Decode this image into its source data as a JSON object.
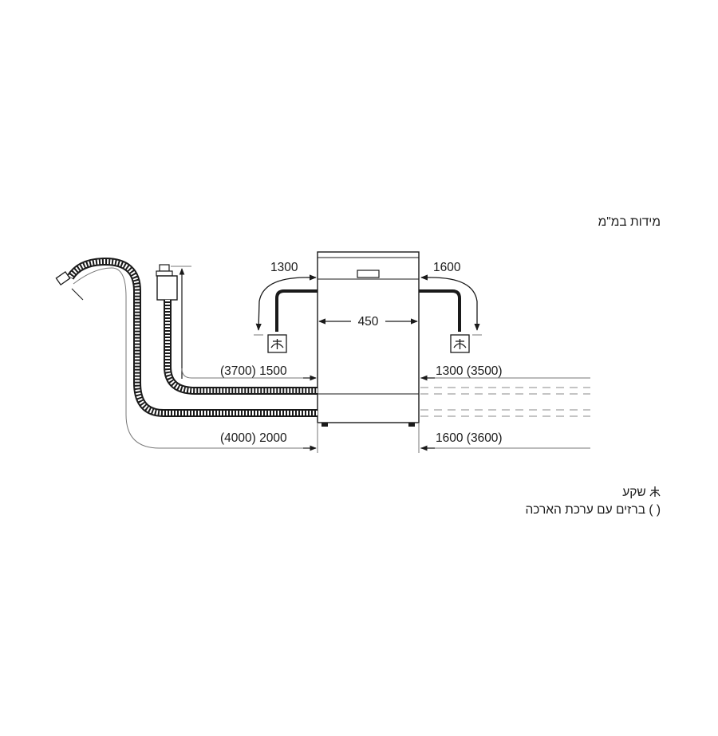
{
  "units_note": "מידות במ\"מ",
  "dimensions": {
    "appliance_width": "450",
    "left_connection_height": "1300",
    "right_connection_height": "1600",
    "left_upper_hose": "(3700) 1500",
    "left_lower_hose": "(4000) 2000",
    "right_upper_hose": "1300 (3500)",
    "right_lower_hose": "1600 (3600)"
  },
  "legend": {
    "socket_label": "שקע",
    "socket_icon": "socket-icon",
    "brackets_symbol": "( )",
    "brackets_label": "ברזים עם ערכת הארכה"
  },
  "colors": {
    "line": "#1a1a1a",
    "thin": "#777777",
    "dashed": "#8a8a8a"
  }
}
